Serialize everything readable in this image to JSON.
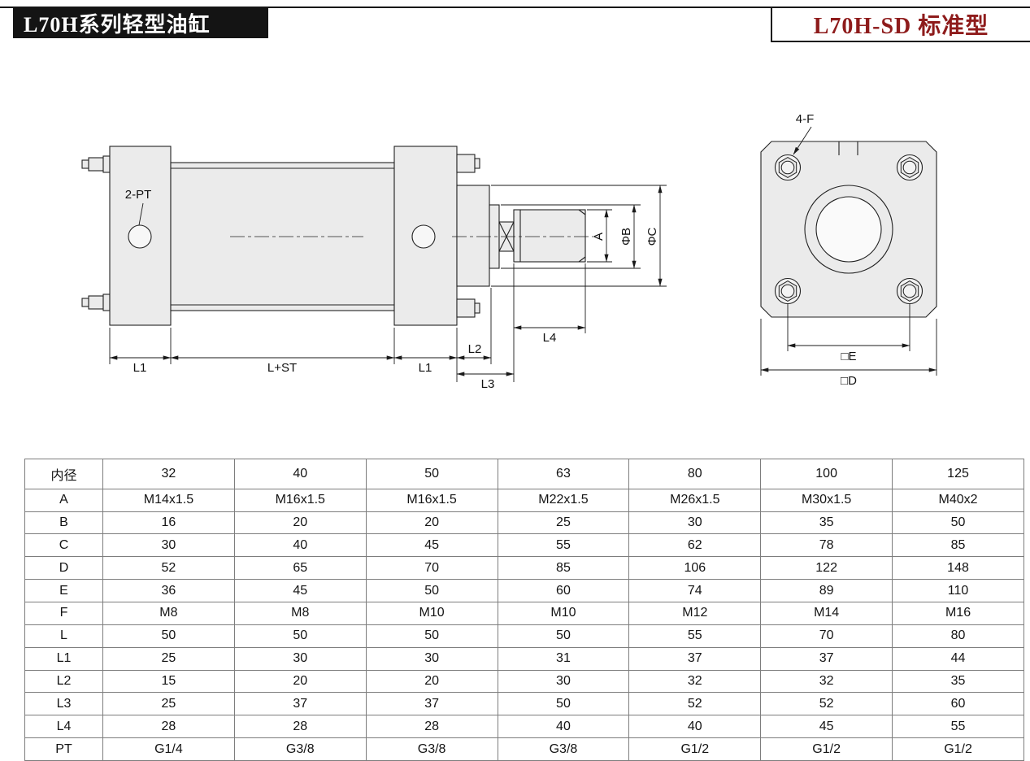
{
  "header": {
    "series_title": "L70H系列轻型油缸",
    "model_title": "L70H-SD 标准型",
    "title_color": "#8e1b1b"
  },
  "drawing": {
    "side_view": {
      "port_label": "2-PT",
      "dim_l1_left": "L1",
      "dim_l_plus_st": "L+ST",
      "dim_l1_right": "L1",
      "dim_l2": "L2",
      "dim_l3": "L3",
      "dim_l4": "L4",
      "dim_a": "A",
      "dim_phi_b": "ΦB",
      "dim_phi_c": "ΦC"
    },
    "front_view": {
      "bolt_callout": "4-F",
      "dim_e": "□E",
      "dim_d": "□D"
    }
  },
  "table": {
    "rows": [
      {
        "label": "内径",
        "values": [
          "32",
          "40",
          "50",
          "63",
          "80",
          "100",
          "125"
        ]
      },
      {
        "label": "A",
        "values": [
          "M14x1.5",
          "M16x1.5",
          "M16x1.5",
          "M22x1.5",
          "M26x1.5",
          "M30x1.5",
          "M40x2"
        ]
      },
      {
        "label": "B",
        "values": [
          "16",
          "20",
          "20",
          "25",
          "30",
          "35",
          "50"
        ]
      },
      {
        "label": "C",
        "values": [
          "30",
          "40",
          "45",
          "55",
          "62",
          "78",
          "85"
        ]
      },
      {
        "label": "D",
        "values": [
          "52",
          "65",
          "70",
          "85",
          "106",
          "122",
          "148"
        ]
      },
      {
        "label": "E",
        "values": [
          "36",
          "45",
          "50",
          "60",
          "74",
          "89",
          "110"
        ]
      },
      {
        "label": "F",
        "values": [
          "M8",
          "M8",
          "M10",
          "M10",
          "M12",
          "M14",
          "M16"
        ]
      },
      {
        "label": "L",
        "values": [
          "50",
          "50",
          "50",
          "50",
          "55",
          "70",
          "80"
        ]
      },
      {
        "label": "L1",
        "values": [
          "25",
          "30",
          "30",
          "31",
          "37",
          "37",
          "44"
        ]
      },
      {
        "label": "L2",
        "values": [
          "15",
          "20",
          "20",
          "30",
          "32",
          "32",
          "35"
        ]
      },
      {
        "label": "L3",
        "values": [
          "25",
          "37",
          "37",
          "50",
          "52",
          "52",
          "60"
        ]
      },
      {
        "label": "L4",
        "values": [
          "28",
          "28",
          "28",
          "40",
          "40",
          "45",
          "55"
        ]
      },
      {
        "label": "PT",
        "values": [
          "G1/4",
          "G3/8",
          "G3/8",
          "G3/8",
          "G1/2",
          "G1/2",
          "G1/2"
        ]
      }
    ]
  }
}
